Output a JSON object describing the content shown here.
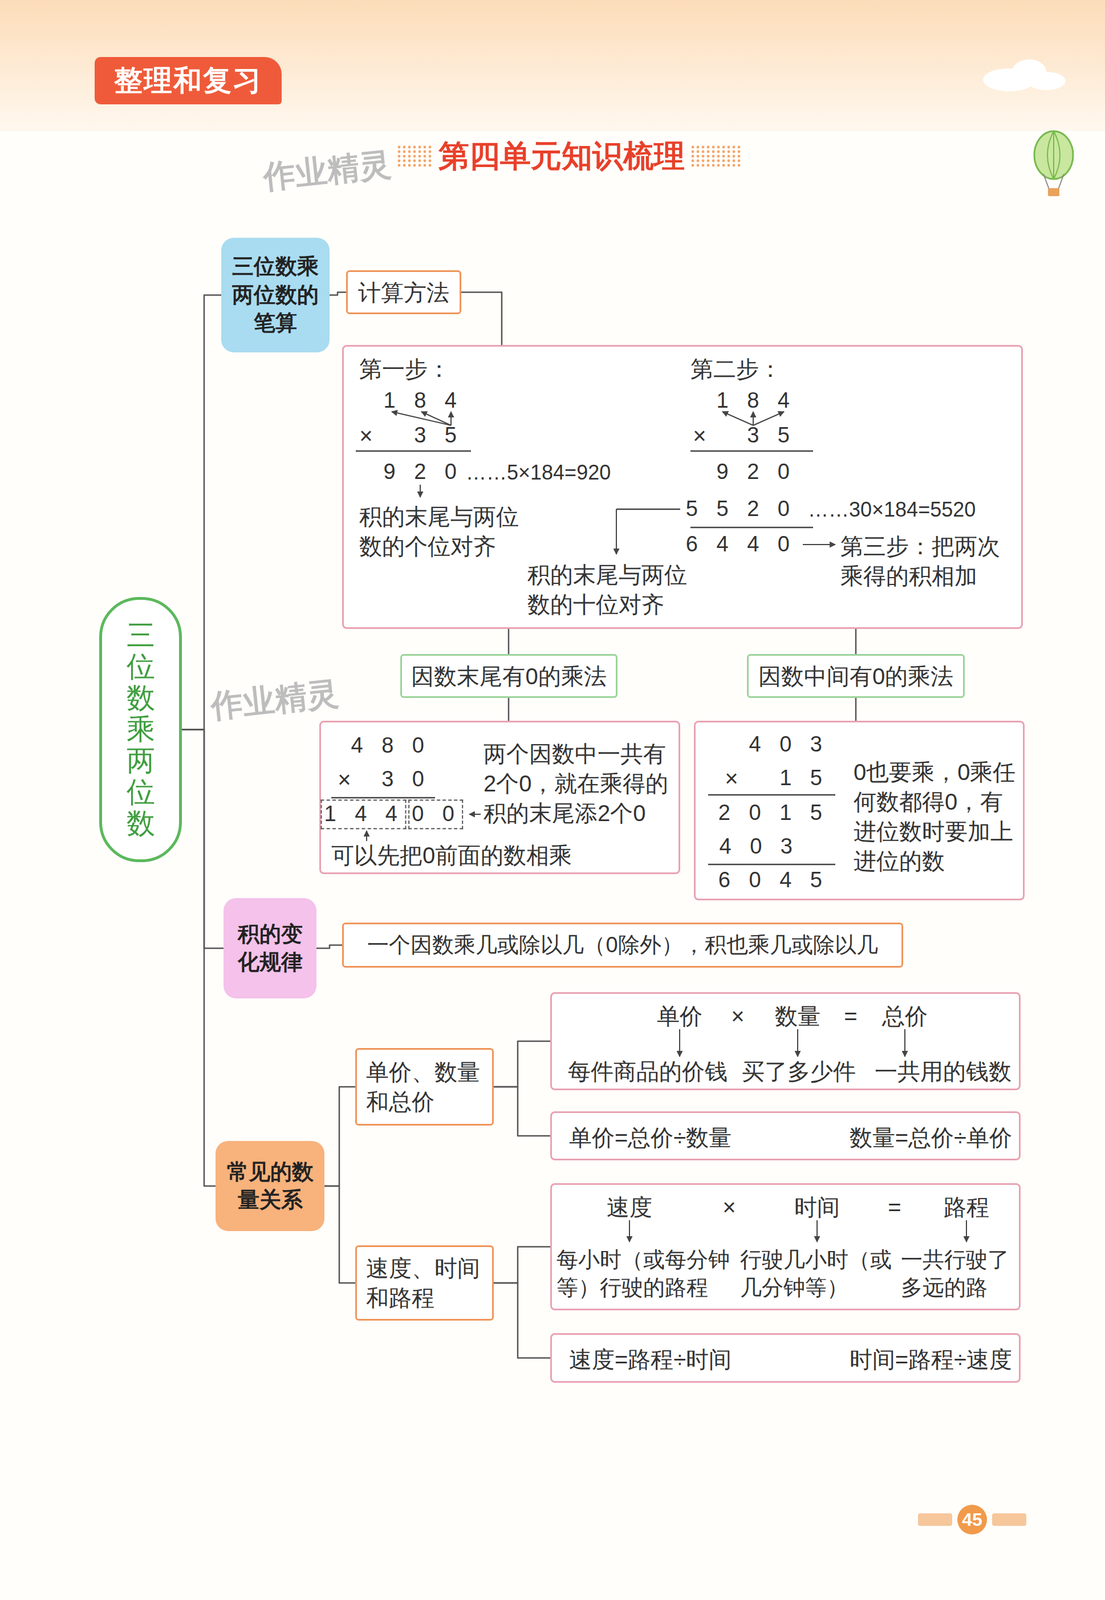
{
  "diagram": {
    "title": "第四单元知识梳理",
    "nodes": [
      {
        "text": [
          "三位数乘两位数"
        ]
      },
      {
        "text": [
          "三位数乘两位数的笔算"
        ]
      },
      {
        "text": [
          "计算方法"
        ]
      },
      {
        "text": [
          "第一步：",
          "1 8 4",
          "×",
          "3 5",
          "9 2 0",
          "……5×184=920",
          "积的末尾与两位数的个位对齐",
          "第二步：",
          "1 8 4",
          "×",
          "3 5",
          "9 2 0",
          "5 5 2 0",
          "……30×184=5520",
          "6 4 4 0",
          "第三步：把两次乘得的积相加",
          "积的末尾与两位数的十位对齐"
        ]
      },
      {
        "text": [
          "因数末尾有0的乘法"
        ]
      },
      {
        "text": [
          "因数中间有0的乘法"
        ]
      },
      {
        "text": [
          "4 8 0",
          "×",
          "3 0",
          "1 4 4",
          "0 0",
          "两个因数中一共有2个0，就在乘得的积的末尾添2个0",
          "可以先把0前面的数相乘"
        ]
      },
      {
        "text": [
          "4 0 3",
          "×",
          "1 5",
          "2 0 1 5",
          "4 0 3",
          "6 0 4 5",
          "0也要乘，0乘任何数都得0，有进位数时要加上进位的数"
        ]
      },
      {
        "text": [
          "积的变化规律"
        ]
      },
      {
        "text": [
          "一个因数乘几或除以几（0除外），积也乘几或除以几"
        ]
      },
      {
        "text": [
          "常见的数量关系"
        ]
      },
      {
        "text": [
          "单价、数量和总价"
        ]
      },
      {
        "text": [
          "单价",
          "×",
          "数量",
          "=",
          "总价",
          "每件商品的价钱",
          "买了多少件",
          "一共用的钱数"
        ]
      },
      {
        "text": [
          "单价=总价÷数量",
          "数量=总价÷单价"
        ]
      },
      {
        "text": [
          "速度、时间和路程"
        ]
      },
      {
        "text": [
          "速度",
          "×",
          "时间",
          "=",
          "路程",
          "每小时（或每分钟等）行驶的路程",
          "行驶几小时（或几分钟等）",
          "一共行驶了多远的路"
        ]
      },
      {
        "text": [
          "速度=路程÷时间",
          "时间=路程÷速度"
        ]
      }
    ],
    "edges": [
      {
        "from": 0,
        "to": 1,
        "arrow": "none"
      },
      {
        "from": 1,
        "to": 2,
        "arrow": "none"
      },
      {
        "from": 2,
        "to": 3,
        "arrow": "none"
      },
      {
        "from": 3,
        "to": 4,
        "arrow": "none"
      },
      {
        "from": 3,
        "to": 5,
        "arrow": "none"
      },
      {
        "from": 4,
        "to": 6,
        "arrow": "none"
      },
      {
        "from": 5,
        "to": 7,
        "arrow": "none"
      },
      {
        "from": 0,
        "to": 8,
        "arrow": "none"
      },
      {
        "from": 8,
        "to": 9,
        "arrow": "none"
      },
      {
        "from": 0,
        "to": 10,
        "arrow": "none"
      },
      {
        "from": 10,
        "to": 11,
        "arrow": "none"
      },
      {
        "from": 10,
        "to": 14,
        "arrow": "none"
      },
      {
        "from": 11,
        "to": 12,
        "arrow": "none"
      },
      {
        "from": 11,
        "to": 13,
        "arrow": "none"
      },
      {
        "from": 14,
        "to": 15,
        "arrow": "none"
      },
      {
        "from": 14,
        "to": 16,
        "arrow": "none"
      }
    ],
    "labels": [
      "整理和复习",
      "作业精灵",
      "作业精灵",
      "45"
    ]
  }
}
